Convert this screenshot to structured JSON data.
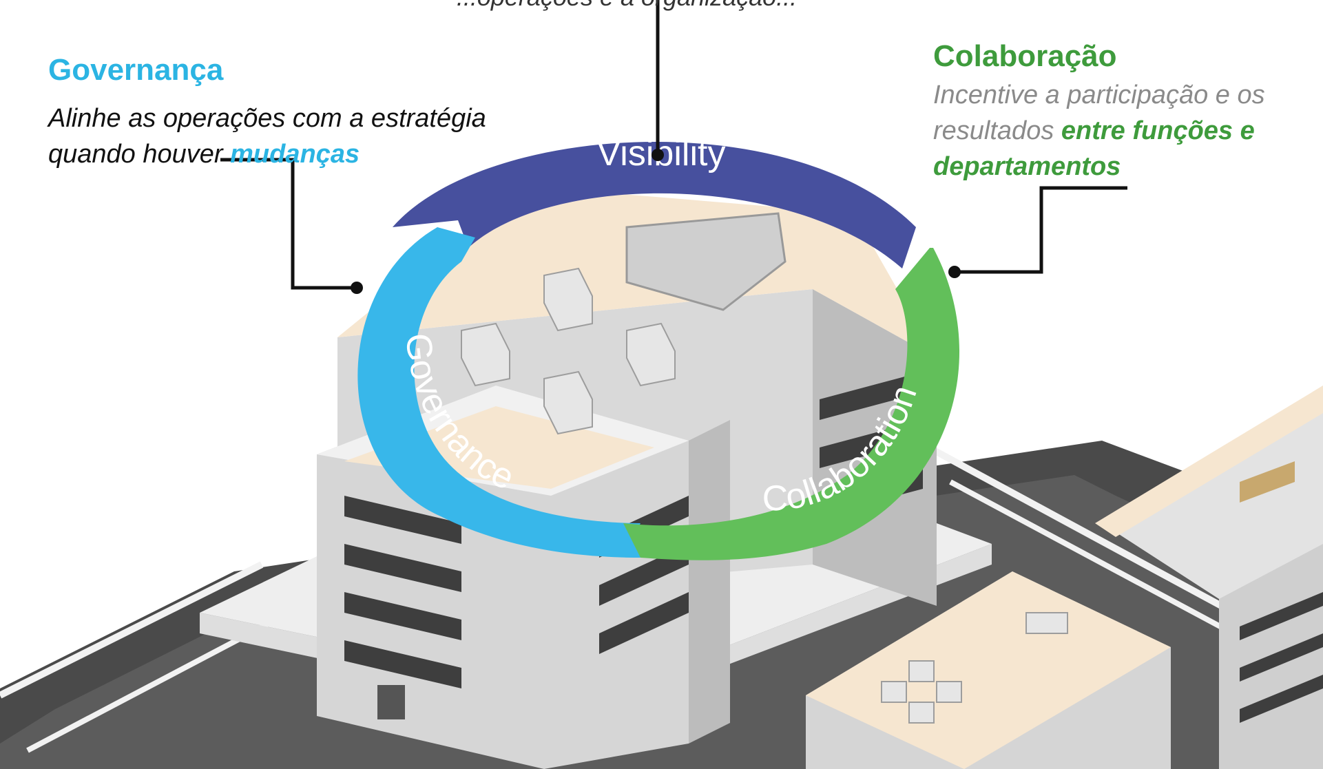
{
  "visibility_caption_fragment": "...operações e a organização...",
  "governance": {
    "title": "Governança",
    "desc_line1": "Alinhe as operações com a estratégia",
    "desc_line2_prefix": "quando houver",
    "desc_line2_highlight": "mudanças"
  },
  "collaboration": {
    "title": "Colaboração",
    "desc_line1": "Incentive a participação e os",
    "desc_line2_prefix": "resultados",
    "desc_line2_highlight": "entre funções e",
    "desc_line3_highlight": "departamentos"
  },
  "cycle": {
    "top_label": "Visibility",
    "left_label": "Governance",
    "right_label": "Collaboration",
    "colors": {
      "visibility": "#47509e",
      "governance": "#38b7ea",
      "collaboration": "#62bf5a"
    }
  }
}
